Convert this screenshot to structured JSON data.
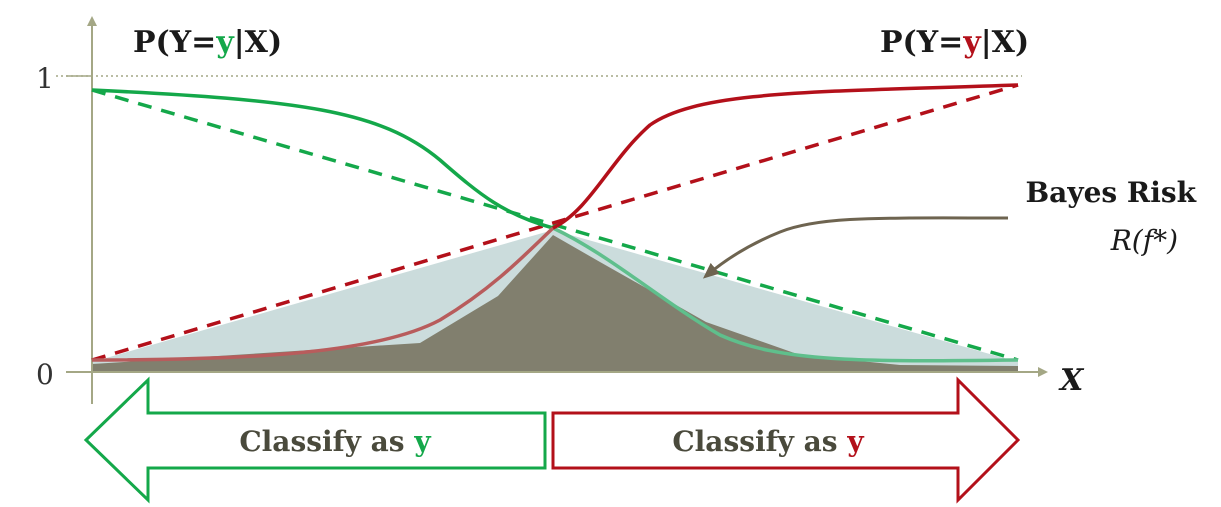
{
  "colors": {
    "green": "#14a84a",
    "red": "#b3101a",
    "axis": "#a4a785",
    "risk_dark": "#817f6e",
    "risk_light": "#cbdcdc",
    "leader": "#6e6450",
    "text": "#1a1a1a"
  },
  "labels": {
    "left_title_prefix": "P(Y=",
    "left_title_var": "y",
    "left_title_suffix": "|X)",
    "right_title_prefix": "P(Y=",
    "right_title_var": "y",
    "right_title_suffix": "|X)",
    "y_tick_1": "1",
    "y_tick_0": "0",
    "x_axis": "X",
    "bayes_risk": "Bayes Risk",
    "bayes_risk_formula": "R(f*)",
    "classify_left_prefix": "Classify as ",
    "classify_left_var": "y",
    "classify_right_prefix": "Classify as ",
    "classify_right_var": "y"
  }
}
